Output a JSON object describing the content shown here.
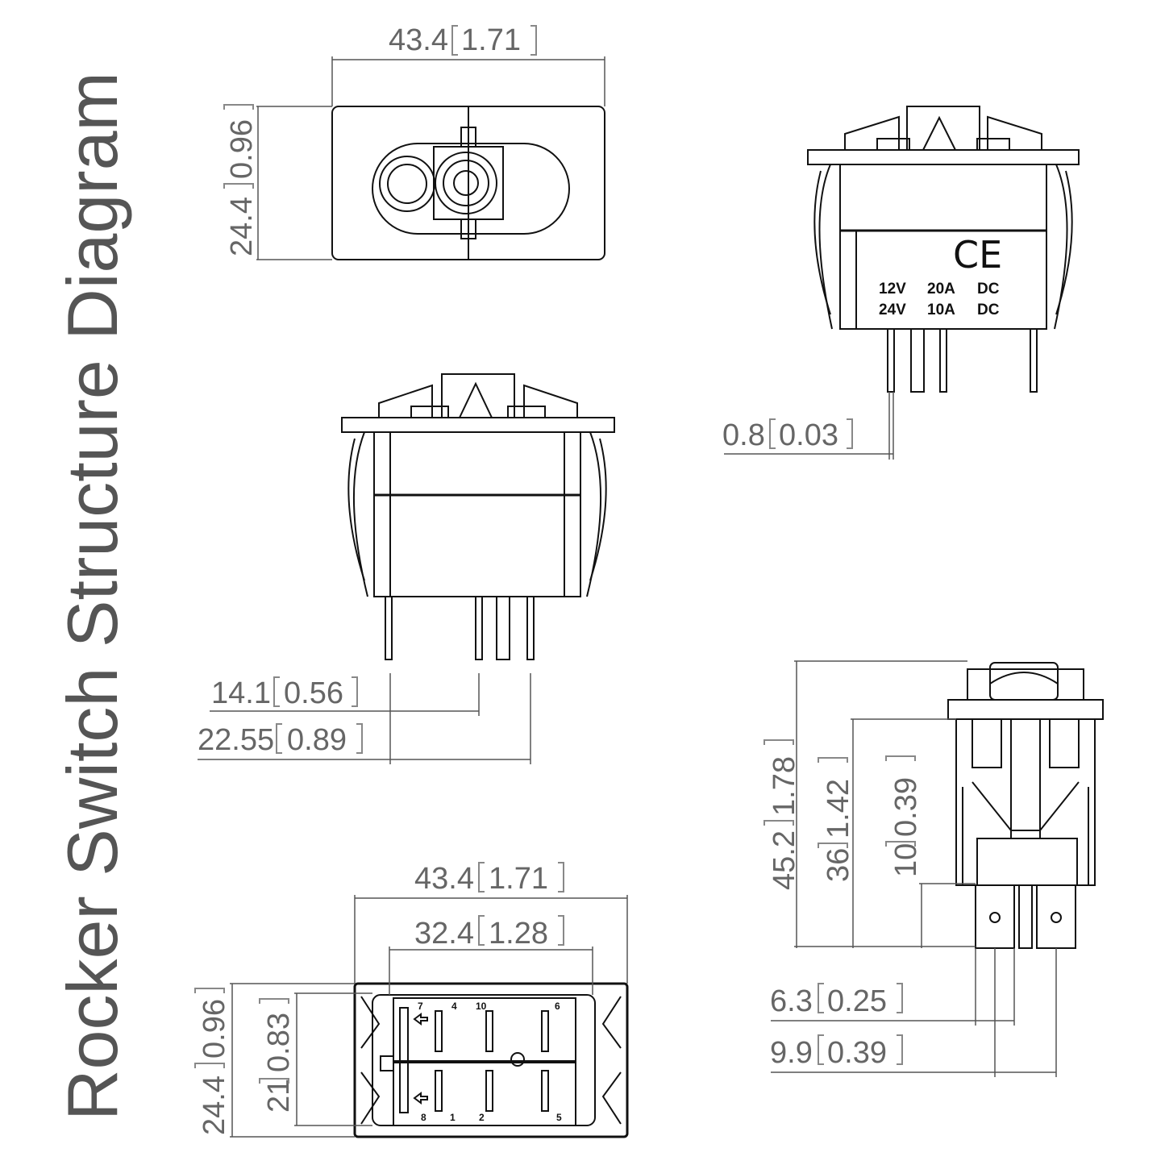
{
  "title": "Rocker Switch Structure Diagram",
  "top_view": {
    "width_mm": "43.4",
    "width_in": "1.71",
    "height_mm": "24.4",
    "height_in": "0.96"
  },
  "rear_view": {
    "marking_line1": [
      "12V",
      "20A",
      "DC"
    ],
    "marking_line2": [
      "24V",
      "10A",
      "DC"
    ],
    "ce_mark": "CE",
    "pin_thickness_mm": "0.8",
    "pin_thickness_in": "0.03"
  },
  "front_view": {
    "pin_spacing1_mm": "14.1",
    "pin_spacing1_in": "0.56",
    "pin_spacing2_mm": "22.55",
    "pin_spacing2_in": "0.89"
  },
  "bottom_view": {
    "outer_width_mm": "43.4",
    "outer_width_in": "1.71",
    "inner_width_mm": "32.4",
    "inner_width_in": "1.28",
    "outer_height_mm": "24.4",
    "outer_height_in": "0.96",
    "inner_height_mm": "21",
    "inner_height_in": "0.83",
    "pin_labels": [
      "7",
      "4",
      "10",
      "6",
      "8",
      "1",
      "2",
      "5"
    ]
  },
  "side_view": {
    "total_height_mm": "45.2",
    "total_height_in": "1.78",
    "body_height_mm": "36",
    "body_height_in": "1.42",
    "terminal_length_mm": "10",
    "terminal_length_in": "0.39",
    "terminal_width_mm": "6.3",
    "terminal_width_in": "0.25",
    "terminal_pitch_mm": "9.9",
    "terminal_pitch_in": "0.39"
  },
  "colors": {
    "line": "#111111",
    "dimension_text": "#666666",
    "title_text": "#555555",
    "background": "#ffffff"
  }
}
